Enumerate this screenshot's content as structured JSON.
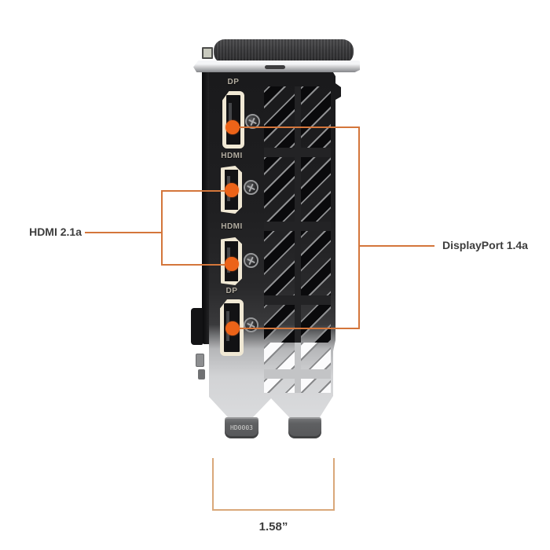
{
  "figure": {
    "subject": "graphics-card rear IO bracket diagram",
    "accent_line_color": "#d4763b",
    "marker_dot_color": "#ec6318",
    "measure_line_color": "#d9a87a",
    "label_text_color": "#3d3d3d"
  },
  "card": {
    "ports": [
      {
        "type": "displayport",
        "label": "DP"
      },
      {
        "type": "hdmi",
        "label": "HDMI"
      },
      {
        "type": "hdmi",
        "label": "HDMI"
      },
      {
        "type": "displayport",
        "label": "DP"
      }
    ],
    "bottom_tab_stamp": "HD0003"
  },
  "annotations": {
    "hdmi": {
      "label": "HDMI 2.1a"
    },
    "displayport": {
      "label": "DisplayPort 1.4a"
    },
    "measurement": {
      "label": "1.58”"
    }
  }
}
